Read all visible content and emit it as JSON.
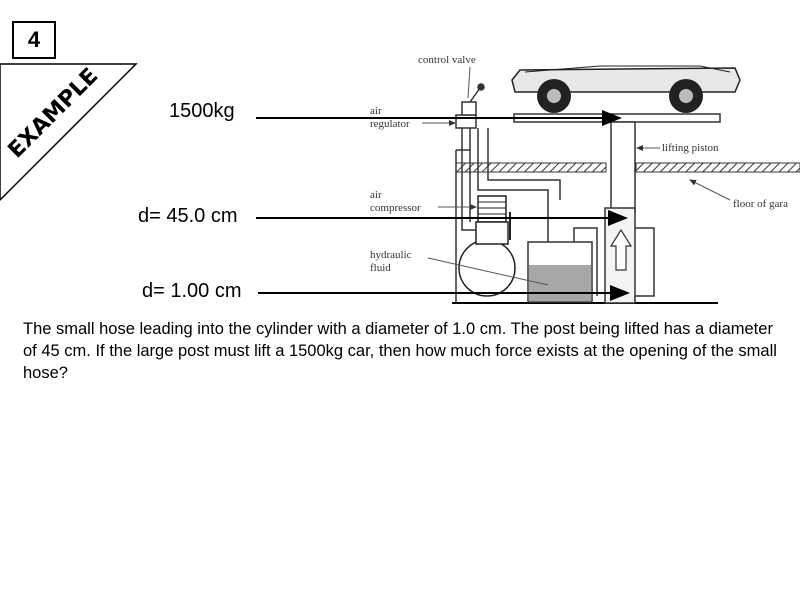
{
  "slide_number": "4",
  "banner": "EXAMPLE",
  "measurements": {
    "mass": "1500kg",
    "large_diameter": "d= 45.0 cm",
    "small_diameter": "d= 1.00 cm"
  },
  "diagram_labels": {
    "control_valve": "control valve",
    "air_regulator_1": "air",
    "air_regulator_2": "regulator",
    "lifting_piston": "lifting piston",
    "air_compressor_1": "air",
    "air_compressor_2": "compressor",
    "floor": "floor of gara",
    "hydraulic_fluid_1": "hydraulic",
    "hydraulic_fluid_2": "fluid"
  },
  "question": "The small hose leading into the cylinder with a diameter of 1.0 cm. The post being lifted has a diameter of 45 cm. If the large post must lift a 1500kg car, then how much force exists at the opening of the small hose?"
}
